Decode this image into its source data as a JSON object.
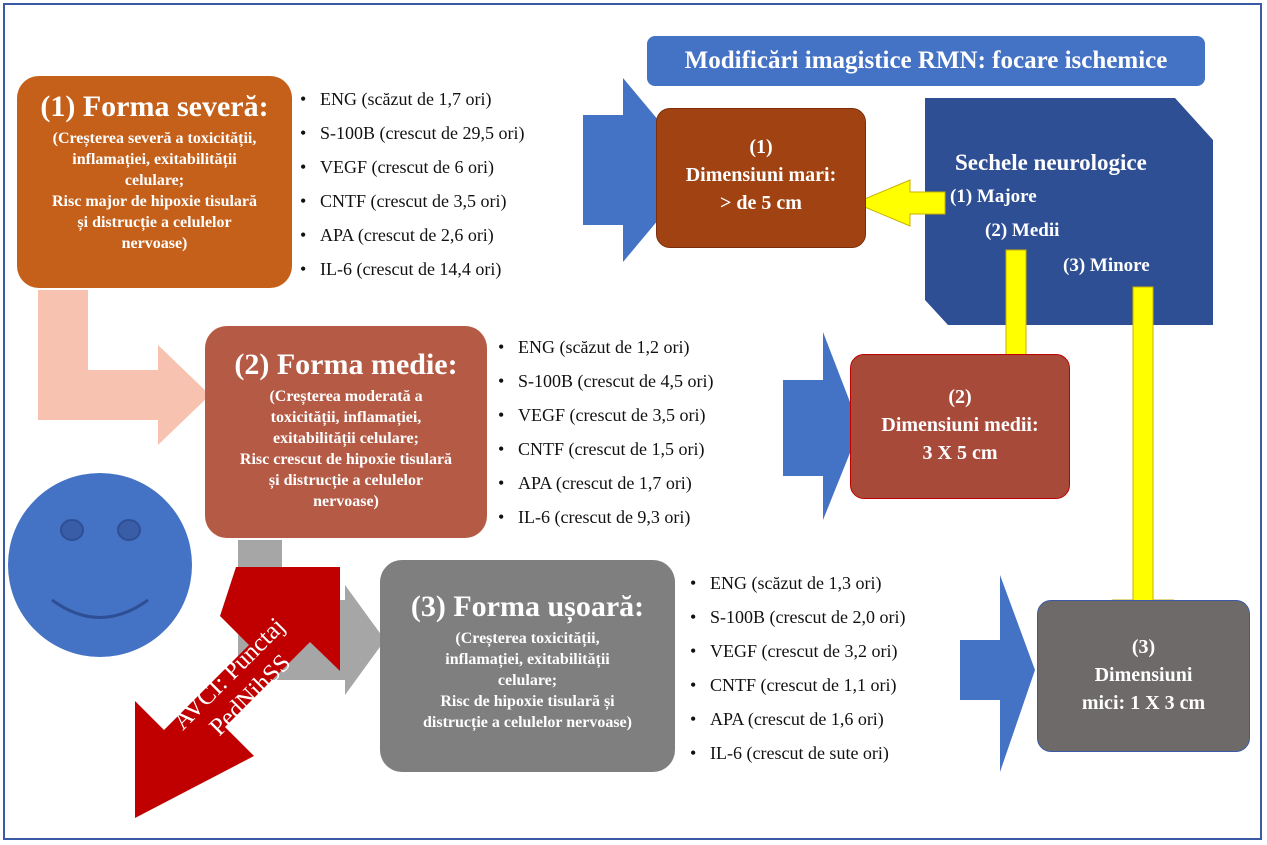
{
  "header": "Modificări imagistice RMN: focare ischemice",
  "forms": [
    {
      "title": "(1) Forma severă:",
      "desc": [
        "(Creșterea severă a toxicității,",
        "inflamației, exitabilității",
        "celulare;",
        "Risc major de hipoxie tisulară",
        "și distrucție a celulelor",
        "nervoase)"
      ]
    },
    {
      "title": "(2) Forma medie:",
      "desc": [
        "(Creșterea moderată a",
        "toxicității, inflamației,",
        "exitabilității celulare;",
        "Risc crescut de hipoxie tisulară",
        "și distrucție a celulelor",
        "nervoase)"
      ]
    },
    {
      "title": "(3) Forma ușoară:",
      "desc": [
        "(Creșterea toxicității,",
        "inflamației, exitabilității",
        "celulare;",
        "Risc de hipoxie tisulară și",
        "distrucție a celulelor nervoase)"
      ]
    }
  ],
  "markers": [
    [
      "ENG (scăzut de 1,7 ori)",
      "S-100B (crescut de 29,5 ori)",
      "VEGF (crescut de 6 ori)",
      "CNTF (crescut de 3,5 ori)",
      "APA (crescut de 2,6 ori)",
      "IL-6 (crescut de 14,4 ori)"
    ],
    [
      "ENG (scăzut de 1,2 ori)",
      "S-100B (crescut de 4,5 ori)",
      "VEGF (crescut de 3,5 ori)",
      "CNTF (crescut de 1,5 ori)",
      "APA (crescut de 1,7 ori)",
      "IL-6 (crescut de 9,3 ori)"
    ],
    [
      "ENG (scăzut de 1,3 ori)",
      "S-100B (crescut de 2,0 ori)",
      "VEGF (crescut de 3,2 ori)",
      "CNTF (crescut de 1,1 ori)",
      "APA (crescut de 1,6 ori)",
      "IL-6 (crescut de sute ori)"
    ]
  ],
  "dimensions": [
    [
      "(1)",
      "Dimensiuni mari:",
      "> de 5 cm"
    ],
    [
      "(2)",
      "Dimensiuni medii:",
      "3 X 5 cm"
    ],
    [
      "(3)",
      "Dimensiuni",
      "mici: 1 X 3 cm"
    ]
  ],
  "sequelae": {
    "title": "Sechele neurologice",
    "items": [
      "(1) Majore",
      "(2) Medii",
      "(3) Minore"
    ]
  },
  "score": [
    "AVCI: Punctaj",
    "PedNihSS"
  ],
  "colors": {
    "severe": "#c5601b",
    "medium": "#b55a45",
    "mild": "#7f7f7f",
    "blue": "#4472c4",
    "navy": "#2f4f94",
    "dim1": "#a14212",
    "dim2": "#a84a3a",
    "dim3": "#6f6a6a",
    "yellow": "#ffff00",
    "red": "#c00000",
    "peach": "#f7c3b0",
    "grey": "#a6a6a6"
  }
}
